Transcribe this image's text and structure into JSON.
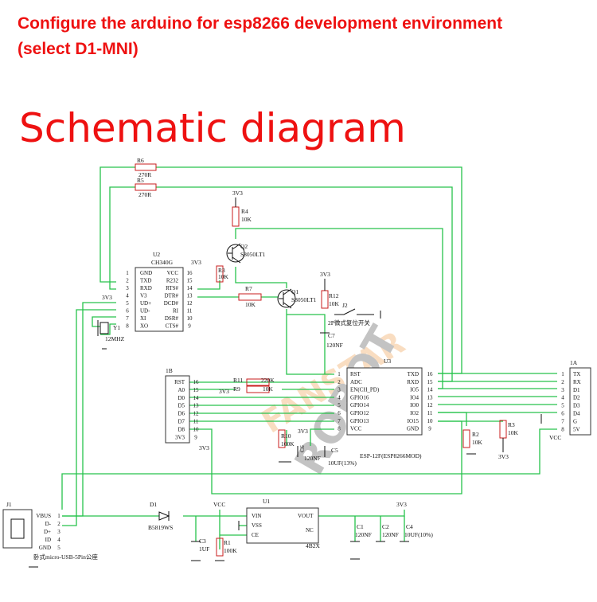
{
  "header": {
    "line1": "Configure the arduino for esp8266 development environment",
    "line2": "(select D1-MNI)",
    "title": "Schematic diagram"
  },
  "watermark": {
    "line1": "FANSTAR",
    "line2": "ROBOT"
  },
  "components": {
    "r6": {
      "ref": "R6",
      "val": "270R"
    },
    "r5": {
      "ref": "R5",
      "val": "270R"
    },
    "r4": {
      "ref": "R4",
      "val": "10K"
    },
    "r3": {
      "ref": "R3",
      "val": "10K"
    },
    "r7": {
      "ref": "R7",
      "val": "10K"
    },
    "r12": {
      "ref": "R12",
      "val": "10K"
    },
    "r11": {
      "ref": "R11",
      "val": "220K"
    },
    "r9": {
      "ref": "R9",
      "val": "10K"
    },
    "r10": {
      "ref": "R10",
      "val": "100K"
    },
    "r2": {
      "ref": "R2",
      "val": "10K"
    },
    "r_3": {
      "ref": "R3",
      "val": "10K"
    },
    "r1": {
      "ref": "R1",
      "val": "100K"
    },
    "q2": {
      "ref": "Q2",
      "val": "S8050LT1"
    },
    "q1": {
      "ref": "Q1",
      "val": "S8050LT1"
    },
    "y1": {
      "ref": "Y1",
      "val": "12MHZ"
    },
    "j2": {
      "ref": "J2",
      "val": "2P微式复位开关"
    },
    "c7": {
      "ref": "C7",
      "val": "120NF"
    },
    "c6": {
      "ref": "C6",
      "val": "120NF"
    },
    "c5": {
      "ref": "C5",
      "val": "10UF(13%)"
    },
    "c3": {
      "ref": "C3",
      "val": "1UF"
    },
    "c1": {
      "ref": "C1",
      "val": "120NF"
    },
    "c2": {
      "ref": "C2",
      "val": "120NF"
    },
    "c4": {
      "ref": "C4",
      "val": "10UF(10%)"
    },
    "d1": {
      "ref": "D1",
      "val": "B5819WS"
    },
    "u1": {
      "ref": "U1",
      "val": "4B2X",
      "pins": [
        "VIN",
        "VSS",
        "CE",
        "VOUT",
        "NC"
      ]
    },
    "j1": {
      "ref": "J1",
      "val": "卧式micro-USB-5Pin公座",
      "pins": [
        "VBUS",
        "D-",
        "D+",
        "ID",
        "GND"
      ]
    }
  },
  "u2": {
    "ref": "U2",
    "part": "CH340G",
    "left_pins": [
      {
        "n": "1",
        "name": "GND"
      },
      {
        "n": "2",
        "name": "TXD"
      },
      {
        "n": "3",
        "name": "RXD"
      },
      {
        "n": "4",
        "name": "V3"
      },
      {
        "n": "5",
        "name": "UD+"
      },
      {
        "n": "6",
        "name": "UD-"
      },
      {
        "n": "7",
        "name": "XI"
      },
      {
        "n": "8",
        "name": "XO"
      }
    ],
    "right_pins": [
      {
        "n": "16",
        "name": "VCC"
      },
      {
        "n": "15",
        "name": "R232"
      },
      {
        "n": "14",
        "name": "RTS#"
      },
      {
        "n": "13",
        "name": "DTR#"
      },
      {
        "n": "12",
        "name": "DCD#"
      },
      {
        "n": "11",
        "name": "RI"
      },
      {
        "n": "10",
        "name": "DSR#"
      },
      {
        "n": "9",
        "name": "CTS#"
      }
    ]
  },
  "u3": {
    "ref": "U3",
    "part": "ESP-12F(ESP8266MOD)",
    "left_pins": [
      {
        "n": "1",
        "name": "RST"
      },
      {
        "n": "2",
        "name": "ADC"
      },
      {
        "n": "3",
        "name": "EN(CH_PD)"
      },
      {
        "n": "4",
        "name": "GPIO16"
      },
      {
        "n": "5",
        "name": "GPIO14"
      },
      {
        "n": "6",
        "name": "GPIO12"
      },
      {
        "n": "7",
        "name": "GPIO13"
      },
      {
        "n": "8",
        "name": "VCC"
      }
    ],
    "right_pins": [
      {
        "n": "16",
        "name": "TXD"
      },
      {
        "n": "15",
        "name": "RXD"
      },
      {
        "n": "14",
        "name": "IO5"
      },
      {
        "n": "13",
        "name": "IO4"
      },
      {
        "n": "12",
        "name": "IO0"
      },
      {
        "n": "11",
        "name": "IO2"
      },
      {
        "n": "10",
        "name": "IO15"
      },
      {
        "n": "9",
        "name": "GND"
      }
    ]
  },
  "header_1b": {
    "ref": "1B",
    "pins": [
      {
        "n": "16",
        "name": "RST"
      },
      {
        "n": "15",
        "name": "A0"
      },
      {
        "n": "14",
        "name": "D0"
      },
      {
        "n": "13",
        "name": "D5"
      },
      {
        "n": "12",
        "name": "D6"
      },
      {
        "n": "11",
        "name": "D7"
      },
      {
        "n": "10",
        "name": "D8"
      },
      {
        "n": "9",
        "name": "3V3"
      }
    ]
  },
  "header_1a": {
    "ref": "1A",
    "pins": [
      {
        "n": "1",
        "name": "TX"
      },
      {
        "n": "2",
        "name": "RX"
      },
      {
        "n": "3",
        "name": "D1"
      },
      {
        "n": "4",
        "name": "D2"
      },
      {
        "n": "5",
        "name": "D3"
      },
      {
        "n": "6",
        "name": "D4"
      },
      {
        "n": "7",
        "name": "G"
      },
      {
        "n": "8",
        "name": "5V"
      }
    ]
  },
  "nets": {
    "v33": "3V3",
    "vcc": "VCC"
  }
}
